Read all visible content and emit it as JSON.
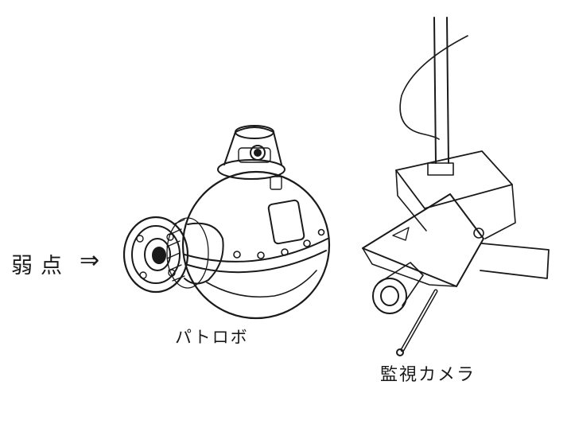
{
  "labels": {
    "weak_point": "弱点",
    "weak_point_arrow": "⇒",
    "patrol_robot": "パトロボ",
    "surveillance_camera": "監視カメラ"
  },
  "colors": {
    "ink": "#1a1a1a",
    "paper": "#ffffff"
  },
  "icons": [
    "arrow-right-double-icon"
  ]
}
